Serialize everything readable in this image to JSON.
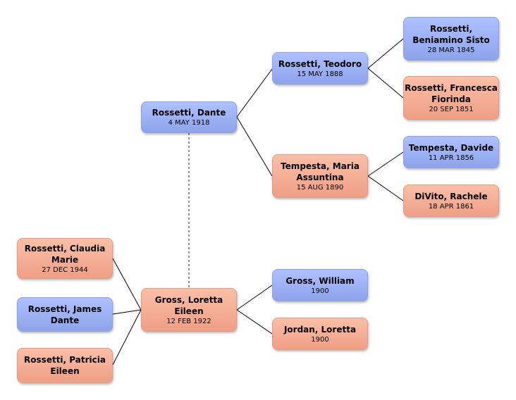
{
  "people": {
    "dante": {
      "name": "Rossetti, Dante",
      "date": "4 MAY 1918",
      "gender": "male"
    },
    "teodoro": {
      "name": "Rossetti, Teodoro",
      "date": "15 MAY 1888",
      "gender": "male"
    },
    "maria": {
      "name": "Tempesta, Maria Assuntina",
      "date": "15 AUG 1890",
      "gender": "female"
    },
    "beniamino": {
      "name": "Rossetti, Beniamino Sisto",
      "date": "28 MAR 1845",
      "gender": "male"
    },
    "francesca": {
      "name": "Rossetti, Francesca Fiorinda",
      "date": "20 SEP 1851",
      "gender": "female"
    },
    "davide": {
      "name": "Tempesta, Davide",
      "date": "11 APR 1856",
      "gender": "male"
    },
    "rachele": {
      "name": "DiVito, Rachele",
      "date": "18 APR 1861",
      "gender": "female"
    },
    "loretta": {
      "name": "Gross, Loretta Eileen",
      "date": "12 FEB 1922",
      "gender": "female"
    },
    "william": {
      "name": "Gross, William",
      "date": "1900",
      "gender": "male"
    },
    "loretta_j": {
      "name": "Jordan, Loretta",
      "date": "1900",
      "gender": "female"
    },
    "claudia": {
      "name": "Rossetti, Claudia Marie",
      "date": "27 DEC 1944",
      "gender": "female"
    },
    "james": {
      "name": "Rossetti, James Dante",
      "date": "",
      "gender": "male"
    },
    "patricia": {
      "name": "Rossetti, Patricia Eileen",
      "date": "",
      "gender": "female"
    }
  },
  "relations": {
    "parents": [
      {
        "child": "dante",
        "parents": [
          "teodoro",
          "maria"
        ]
      },
      {
        "child": "teodoro",
        "parents": [
          "beniamino",
          "francesca"
        ]
      },
      {
        "child": "maria",
        "parents": [
          "davide",
          "rachele"
        ]
      },
      {
        "child": "loretta",
        "parents": [
          "william",
          "loretta_j"
        ]
      }
    ],
    "spouses": [
      [
        "dante",
        "loretta"
      ]
    ],
    "children_of_loretta": [
      "claudia",
      "james",
      "patricia"
    ]
  },
  "colors": {
    "male": "#9fb2f7",
    "female": "#f7ae94",
    "line": "#000000"
  }
}
